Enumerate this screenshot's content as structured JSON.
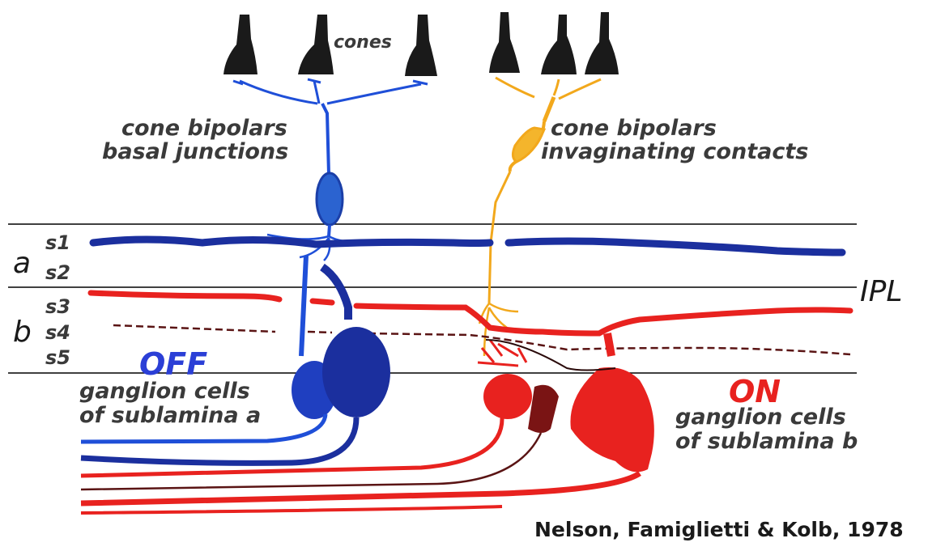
{
  "labels": {
    "cones": "cones",
    "cone_bipolars_left": "cone bipolars",
    "basal_junctions": "basal junctions",
    "cone_bipolars_right": "cone bipolars",
    "invaginating_contacts": "invaginating contacts",
    "sublamina_a": "a",
    "sublamina_b": "b",
    "s1": "s1",
    "s2": "s2",
    "s3": "s3",
    "s4": "s4",
    "s5": "s5",
    "ipl": "IPL",
    "off": "OFF",
    "off_line1": "ganglion cells",
    "off_line2": "of sublamina a",
    "on": "ON",
    "on_line1": "ganglion cells",
    "on_line2": "of sublamina b",
    "citation": "Nelson, Famiglietti & Kolb, 1978"
  },
  "colors": {
    "cone": "#1a1a1a",
    "off_bipolar": "#1f4fd8",
    "off_ganglion_dark": "#1b2f9e",
    "on_bipolar": "#f2a81c",
    "on_ganglion": "#e8221f",
    "dark_brown": "#5a1414",
    "label_gray": "#3a3a3a",
    "off_label": "#2b3fd6",
    "on_label": "#e8221f"
  }
}
